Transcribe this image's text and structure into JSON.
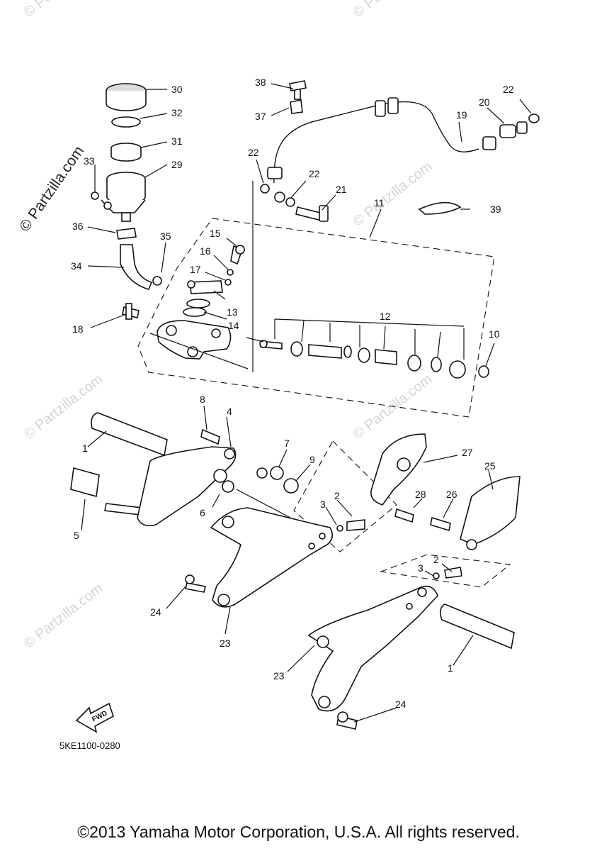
{
  "watermark": {
    "brand": "© Partzilla.com"
  },
  "diagram_code": "5KE1100-0280",
  "fwd_label": "FWD",
  "copyright": "©2013 Yamaha Motor Corporation, U.S.A. All rights reserved.",
  "callouts": {
    "c1a": "1",
    "c1b": "1",
    "c2a": "2",
    "c2b": "2",
    "c3a": "3",
    "c3b": "3",
    "c4": "4",
    "c5": "5",
    "c6": "6",
    "c7": "7",
    "c8": "8",
    "c9": "9",
    "c10": "10",
    "c11": "11",
    "c12": "12",
    "c13": "13",
    "c14": "14",
    "c15": "15",
    "c16": "16",
    "c17": "17",
    "c18": "18",
    "c19": "19",
    "c20": "20",
    "c21": "21",
    "c22a": "22",
    "c22b": "22",
    "c22c": "22",
    "c23a": "23",
    "c23b": "23",
    "c24a": "24",
    "c24b": "24",
    "c25": "25",
    "c26": "26",
    "c27": "27",
    "c28": "28",
    "c29": "29",
    "c30": "30",
    "c31": "31",
    "c32": "32",
    "c33": "33",
    "c34": "34",
    "c35": "35",
    "c36": "36",
    "c37": "37",
    "c38": "38",
    "c39": "39"
  }
}
